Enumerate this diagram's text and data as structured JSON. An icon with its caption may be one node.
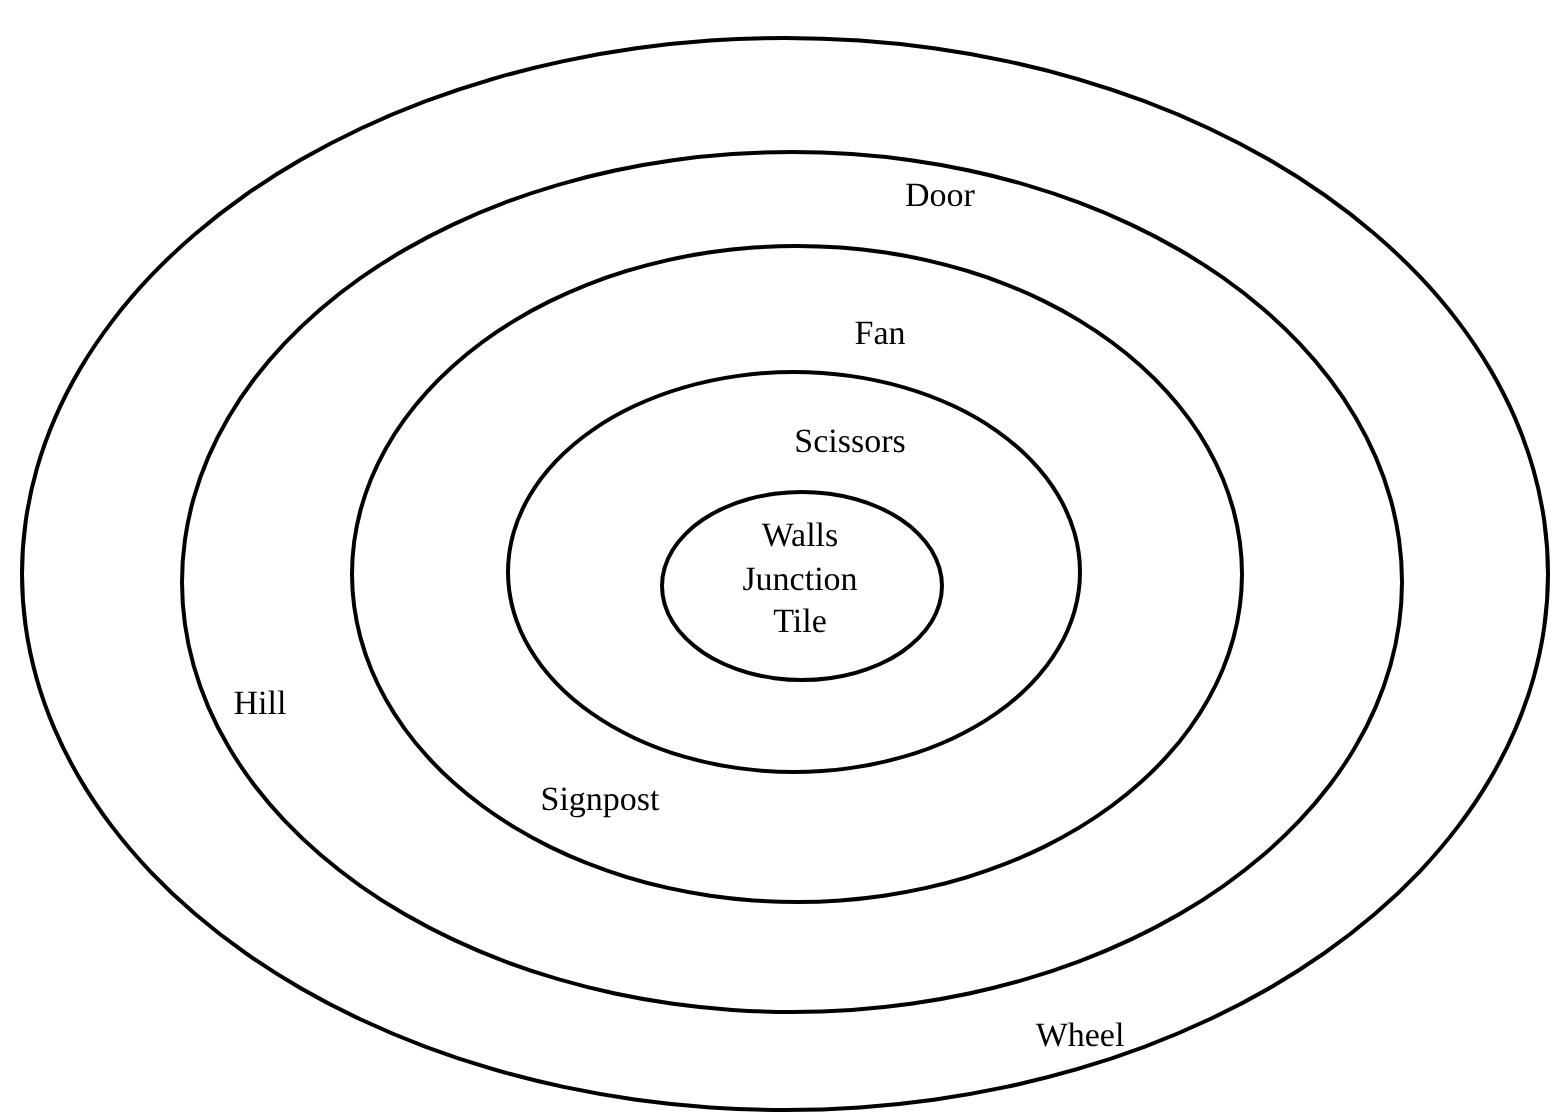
{
  "diagram": {
    "nodes": [
      {
        "text": [
          "Wheel"
        ]
      },
      {
        "text": [
          "Door",
          "Hill"
        ],
        "in": 0
      },
      {
        "text": [
          "Fan",
          "Signpost"
        ],
        "in": 1
      },
      {
        "text": [
          "Scissors"
        ],
        "in": 2
      },
      {
        "text": [
          "Walls",
          "Junction",
          "Tile"
        ],
        "in": 3
      }
    ]
  }
}
